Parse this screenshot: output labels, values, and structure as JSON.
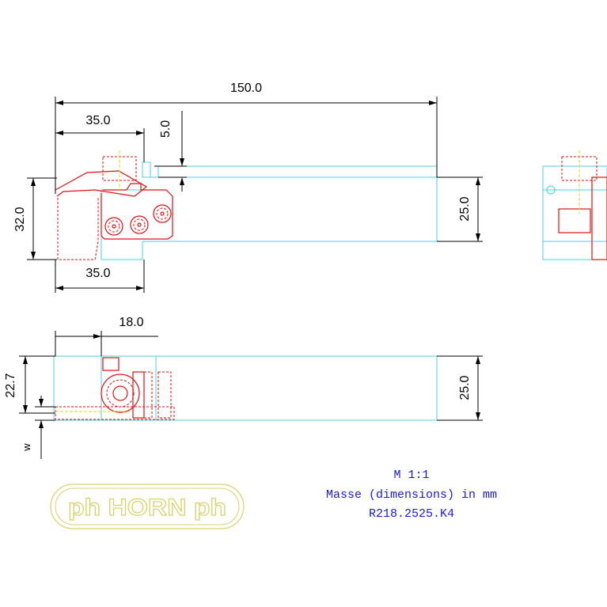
{
  "dimensions": {
    "top_length": "150.0",
    "top_offset": "35.0",
    "top_gap": "5.0",
    "top_height_left": "32.0",
    "top_height_right": "25.0",
    "top_bottom_offset": "35.0",
    "side_offset": "18.0",
    "side_height_left": "22.7",
    "side_height_right": "25.0",
    "side_w": "w"
  },
  "notes": {
    "scale": "M 1:1",
    "units": "Masse (dimensions) in mm",
    "part_number": "R218.2525.K4"
  },
  "logo": {
    "text": "ph HORN ph"
  },
  "colors": {
    "outline": "#4cd0dc",
    "insert": "#e01010",
    "center": "#e8d020",
    "dimension": "#000000",
    "note": "#1a1ad8",
    "logo": "#d8d26a"
  }
}
